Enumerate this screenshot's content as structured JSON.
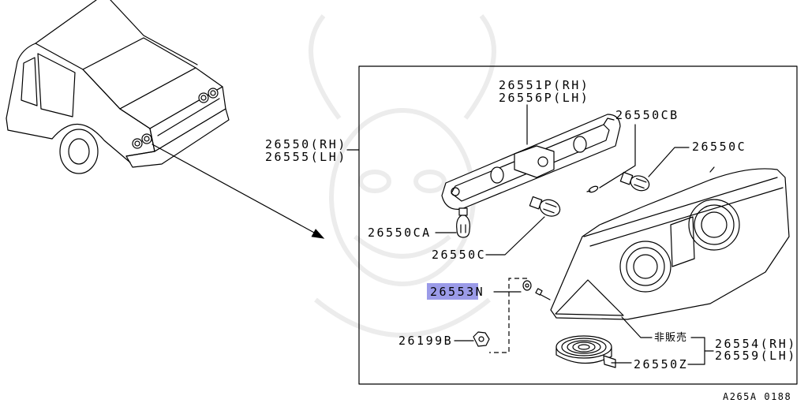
{
  "labels": {
    "lamp_rh": "26550(RH)",
    "lamp_lh": "26555(LH)",
    "socket_rh": "26551P(RH)",
    "socket_lh": "26556P(LH)",
    "bulb_cb": "26550CB",
    "bulb_c_upper": "26550C",
    "bulb_ca": "26550CA",
    "bulb_c_lower": "26550C",
    "screw": "26553N",
    "nut": "26199B",
    "not_for_sale": "非販売",
    "assembly_rh": "26554(RH)",
    "assembly_lh": "26559(LH)",
    "gasket": "26550Z"
  },
  "figure_code": "A265A 0188",
  "colors": {
    "line": "#000000",
    "highlight": "#9b9be8",
    "watermark": "#ececec",
    "background": "#ffffff"
  }
}
